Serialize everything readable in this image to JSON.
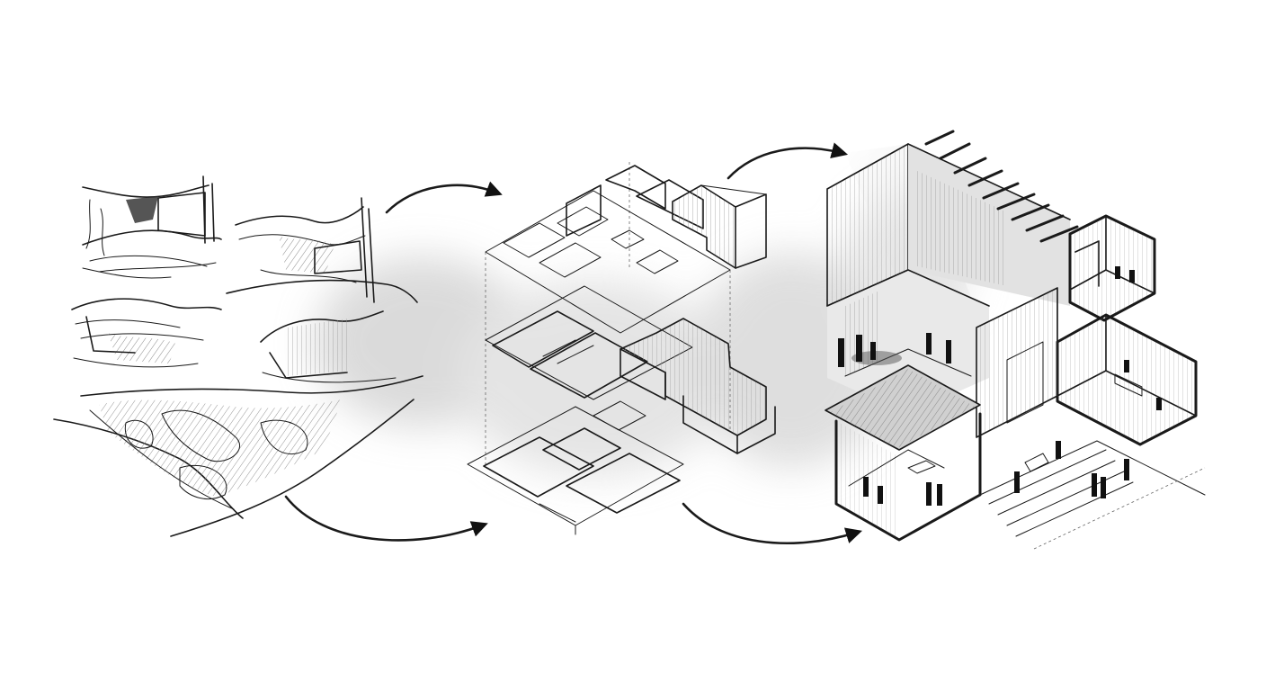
{
  "diagram": {
    "stages": [
      {
        "name": "terrain-sketches",
        "icon": "landscape-sketch-icon"
      },
      {
        "name": "exploded-plan-axonometric",
        "icon": "floorplan-axonometric-icon"
      },
      {
        "name": "rendered-section-axonometric",
        "icon": "building-section-icon"
      }
    ],
    "connectors": [
      {
        "from": "terrain-sketches",
        "to": "exploded-plan-axonometric",
        "count": 2
      },
      {
        "from": "exploded-plan-axonometric",
        "to": "rendered-section-axonometric",
        "count": 2
      }
    ],
    "colors": {
      "ink": "#1a1a1a",
      "paper": "#ffffff",
      "smoke": "#bdbdbd"
    }
  }
}
